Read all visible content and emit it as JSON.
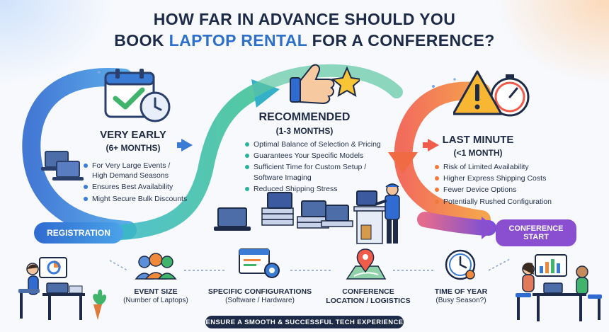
{
  "title": {
    "line1": "HOW FAR IN ADVANCE SHOULD YOU",
    "line2_prefix": "BOOK ",
    "line2_accent": "LAPTOP RENTAL",
    "line2_suffix": " FOR A CONFERENCE?"
  },
  "stages": {
    "early": {
      "title": "VERY EARLY",
      "sub": "(6+ MONTHS)",
      "bullets": [
        "For Very Large Events /",
        "High Demand Seasons",
        "Ensures Best Availability",
        "Might Secure Bulk Discounts"
      ]
    },
    "recommended": {
      "title": "RECOMMENDED",
      "sub": "(1-3 MONTHS)",
      "bullets": [
        "Optimal Balance of Selection & Pricing",
        "Guarantees Your Specific Models",
        "Sufficient Time for Custom Setup /",
        "Software Imaging",
        "Reduced Shipping Stress"
      ]
    },
    "last_minute": {
      "title": "LAST MINUTE",
      "sub": "(<1 MONTH)",
      "bullets": [
        "Risk of Limited Availability",
        "Higher Express Shipping Costs",
        "Fewer Device Options",
        "Potentially Rushed Configuration"
      ]
    }
  },
  "registration": "REGISTRATION",
  "conference_start": {
    "line1": "CONFERENCE",
    "line2": "START"
  },
  "factors": [
    {
      "title": "EVENT SIZE",
      "sub": "(Number of Laptops)",
      "icon": "people-icon"
    },
    {
      "title": "SPECIFIC CONFIGURATIONS",
      "sub": "(Software / Hardware)",
      "icon": "config-gear-icon"
    },
    {
      "title": "CONFERENCE",
      "sub": "LOCATION / LOGISTICS",
      "icon": "map-pin-icon"
    },
    {
      "title": "TIME OF YEAR",
      "sub": "(Busy Season?)",
      "icon": "clock-icon"
    }
  ],
  "footer": "ENSURE A SMOOTH & SUCCESSFUL TECH EXPERIENCE",
  "colors": {
    "blue": "#3a7bd5",
    "green": "#2bb39a",
    "orange": "#ef7a3a",
    "purple": "#8a4fd0",
    "navy": "#1d2a48"
  }
}
